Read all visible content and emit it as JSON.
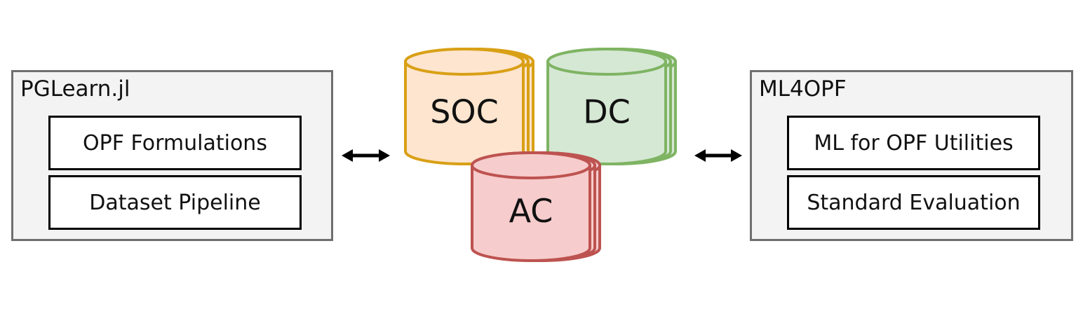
{
  "left_panel": {
    "title": "PGLearn.jl",
    "items": [
      "OPF Formulations",
      "Dataset Pipeline"
    ]
  },
  "right_panel": {
    "title": "ML4OPF",
    "items": [
      "ML for OPF Utilities",
      "Standard Evaluation"
    ]
  },
  "datasets": [
    {
      "label": "SOC",
      "stroke": "#d9a016",
      "fill": "#fde5cf"
    },
    {
      "label": "DC",
      "stroke": "#7fb463",
      "fill": "#d5e8d4"
    },
    {
      "label": "AC",
      "stroke": "#bd5350",
      "fill": "#f7cccc"
    }
  ],
  "colors": {
    "panel_border": "#6f6f6f",
    "panel_fill": "#f3f3f3",
    "arrow": "#000000"
  }
}
